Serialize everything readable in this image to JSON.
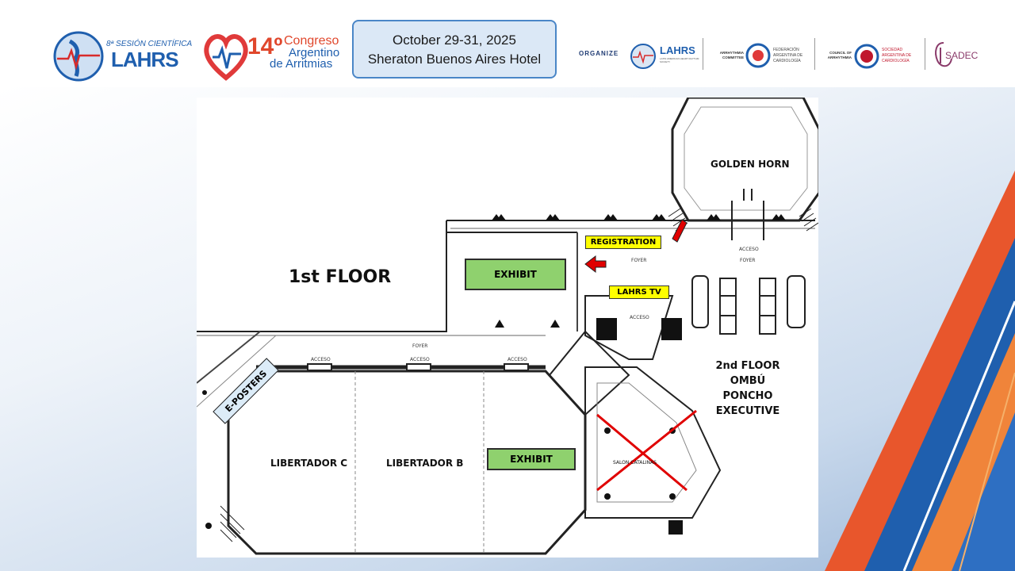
{
  "header": {
    "lahrs_logo": {
      "line1": "8ª SESIÓN CIENTÍFICA",
      "line2": "LAHRS"
    },
    "congreso_logo": {
      "number": "14º",
      "line1": "Congreso",
      "line2": "Argentino",
      "line3": "de Arritmias"
    },
    "event": {
      "dates": "October 29-31, 2025",
      "venue": "Sheraton Buenos Aires Hotel"
    },
    "organize_label": "ORGANIZE",
    "org_logos": [
      {
        "name": "LAHRS",
        "sub": "LATIN AMERICAN HEART RHYTHM SOCIETY"
      },
      {
        "name": "ARRHYTHMIA COMMITTEE",
        "sub": "FEDERACIÓN ARGENTINA DE CARDIOLOGÍA"
      },
      {
        "name": "COUNCIL OF ARRHYTHMIA",
        "sub": "SOCIEDAD ARGENTINA DE CARDIOLOGÍA"
      },
      {
        "name": "SADEC",
        "sub": ""
      }
    ]
  },
  "map": {
    "floor_title": "1st FLOOR",
    "rooms": {
      "golden_horn": "GOLDEN HORN",
      "libertador_c": "LIBERTADOR C",
      "libertador_b": "LIBERTADOR B",
      "salon_catalinas": "SALON CATALINAS"
    },
    "exhibit_top": "EXHIBIT",
    "exhibit_mid": "EXHIBIT",
    "registration": "REGISTRATION",
    "lahrs_tv": "LAHRS TV",
    "eposters": "E-POSTERS",
    "foyer_1": "FOYER",
    "foyer_2": "FOYER",
    "foyer_3": "FOYER",
    "acceso_1": "ACCESO",
    "acceso_2": "ACCESO",
    "acceso_3": "ACCESO",
    "acceso_4": "ACCESO",
    "acceso_5": "ACCESO",
    "second_floor": {
      "line1": "2nd FLOOR",
      "line2": "OMBÚ",
      "line3": "PONCHO",
      "line4": "EXECUTIVE"
    }
  },
  "colors": {
    "exhibit": "#8fd16e",
    "highlight": "#ffff00",
    "eposters": "#dcecf8",
    "arrow": "#e00000",
    "accent": "#4a86c7"
  }
}
